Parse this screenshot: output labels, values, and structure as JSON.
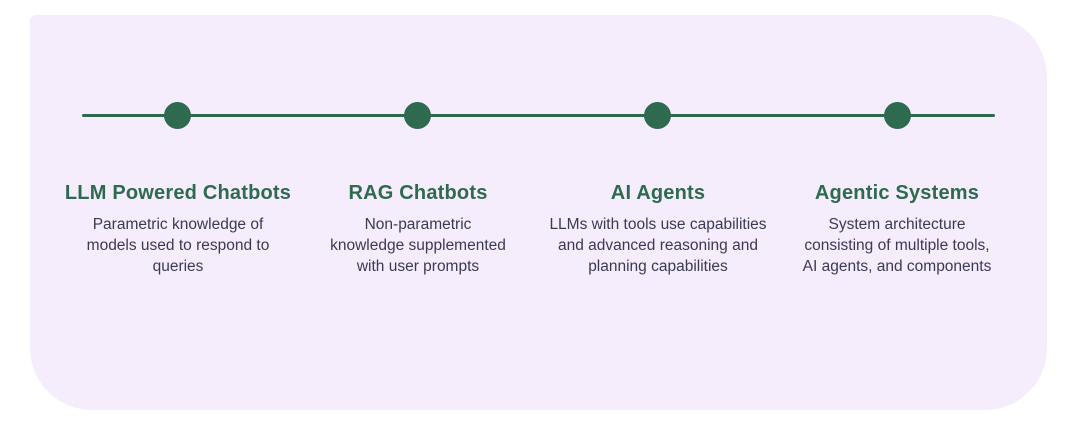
{
  "page": {
    "background": "#ffffff"
  },
  "panel": {
    "background": "#f5ecfc"
  },
  "theme": {
    "accent_green": "#2d6a4e",
    "text_dark": "#3b3a53"
  },
  "timeline": {
    "items": [
      {
        "title": "LLM Powered Chatbots",
        "description": "Parametric knowledge of\nmodels used to respond to\nqueries"
      },
      {
        "title": "RAG Chatbots",
        "description": "Non-parametric\nknowledge supplemented\nwith user prompts"
      },
      {
        "title": "AI Agents",
        "description": "LLMs with tools use capabilities\nand advanced reasoning and\nplanning capabilities"
      },
      {
        "title": "Agentic Systems",
        "description": "System architecture\nconsisting of multiple tools,\nAI agents, and components"
      }
    ]
  }
}
